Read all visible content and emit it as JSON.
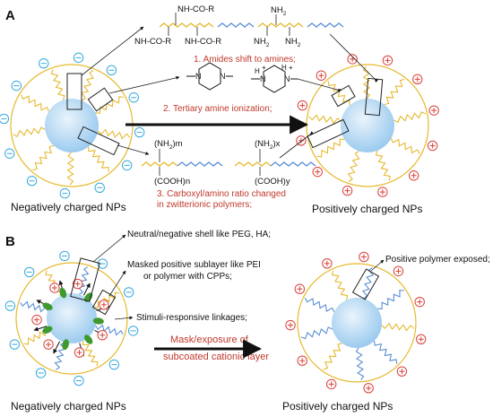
{
  "panel_a": {
    "letter": "A",
    "amide_top": "NH-CO-R",
    "amide_left": "NH-CO-R",
    "amide_right": "NH-CO-R",
    "amine_top": "NH",
    "amine_top_sub": "2",
    "amine_left": "NH",
    "amine_left_sub": "2",
    "amine_right": "NH",
    "amine_right_sub": "2",
    "step1": "1. Amides shift to amines;",
    "step2": "2. Tertiary amine ionization;",
    "step3_line1": "3. Carboxyl/amino ratio changed",
    "step3_line2": "in zwitterionic polymers;",
    "nh2_m": "(NH",
    "nh2_m_sub": "2",
    "nh2_m_tail": ")m",
    "cooh_n": "(COOH)n",
    "nh2_x": "(NH",
    "nh2_x_sub": "2",
    "nh2_x_tail": ")x",
    "cooh_y": "(COOH)y",
    "left_caption": "Negatively charged NPs",
    "right_caption": "Positively charged NPs"
  },
  "panel_b": {
    "letter": "B",
    "note1": "Neutral/negative shell like PEG, HA;",
    "note2_line1": "Masked positive sublayer like PEI",
    "note2_line2": "or polymer with CPPs;",
    "note3": "Stimuli-responsive linkages;",
    "note4": "Positive polymer exposed;",
    "arrow_line1": "Mask/exposure of",
    "arrow_line2": "subcoated cationic layer",
    "left_caption": "Negatively charged NPs",
    "right_caption": "Positively charged NPs"
  },
  "colors": {
    "core_center": "#eaf4fc",
    "core_edge": "#9ccbef",
    "yellow_chain": "#e6b92e",
    "blue_chain": "#5a8fd6",
    "green_linker": "#3f9a2e",
    "red_text": "#c0392b",
    "negative_charge": "#35a9dd",
    "positive_charge": "#d9413a"
  }
}
